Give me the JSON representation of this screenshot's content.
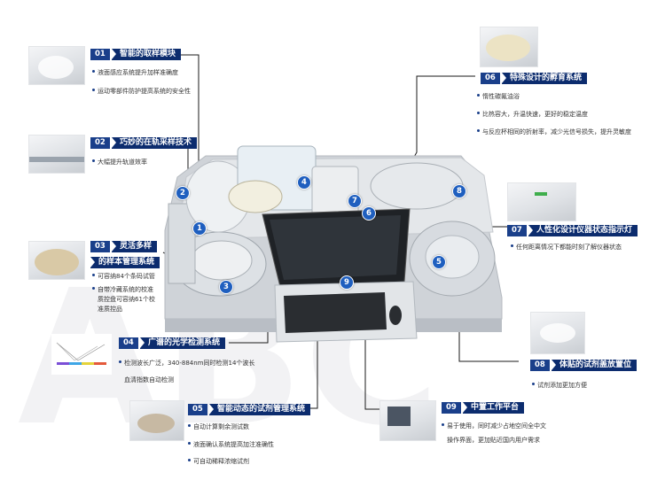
{
  "callouts": [
    {
      "num": "01",
      "title": "智能的取样模块",
      "features": [
        "液面感应系统提升加样准确度",
        "运动零部件防护提高系统的安全性"
      ]
    },
    {
      "num": "02",
      "title": "巧妙的在轨采样技术",
      "features": [
        "大幅提升轨道效率"
      ]
    },
    {
      "num": "03",
      "title": "灵活多样",
      "title2": "的样本管理系统",
      "features": [
        "可容纳84个条码试管",
        "自带冷藏系统的校准",
        "质控盘可容纳61个校",
        "准质控品"
      ]
    },
    {
      "num": "04",
      "title": "广谱的光学检测系统",
      "features": [
        "检测波长广泛，340-884nm同时检测14个波长",
        "血清指数自动检测"
      ]
    },
    {
      "num": "05",
      "title": "智能动态的试剂管理系统",
      "features": [
        "自动计算剩余测试数",
        "液面确认系统提高加注准确性",
        "可自动稀释浓缩试剂"
      ]
    },
    {
      "num": "06",
      "title": "特殊设计的孵育系统",
      "features": [
        "惰性碳氟油浴",
        "比热容大，升温快速，更好的稳定温度",
        "与反应杯相同的折射率，减少光信号损失，提升灵敏度"
      ]
    },
    {
      "num": "07",
      "title": "人性化设计仪器状态指示灯",
      "features": [
        "任何距离情况下都能时刻了解仪器状态"
      ]
    },
    {
      "num": "08",
      "title": "体贴的试剂盖放置位",
      "features": [
        "试剂添加更加方便"
      ]
    },
    {
      "num": "09",
      "title": "中置工作平台",
      "features": [
        "易于使用，同时减少占地空间全中文",
        "操作界面，更加贴近国内用户需求"
      ]
    }
  ],
  "badges": [
    "1",
    "2",
    "3",
    "4",
    "5",
    "6",
    "7",
    "8",
    "9"
  ],
  "watermark": "ABC",
  "colors": {
    "title_bg": "#0c2c6e",
    "num_bg": "#1a3f8a",
    "badge": "#1f5fbf"
  }
}
